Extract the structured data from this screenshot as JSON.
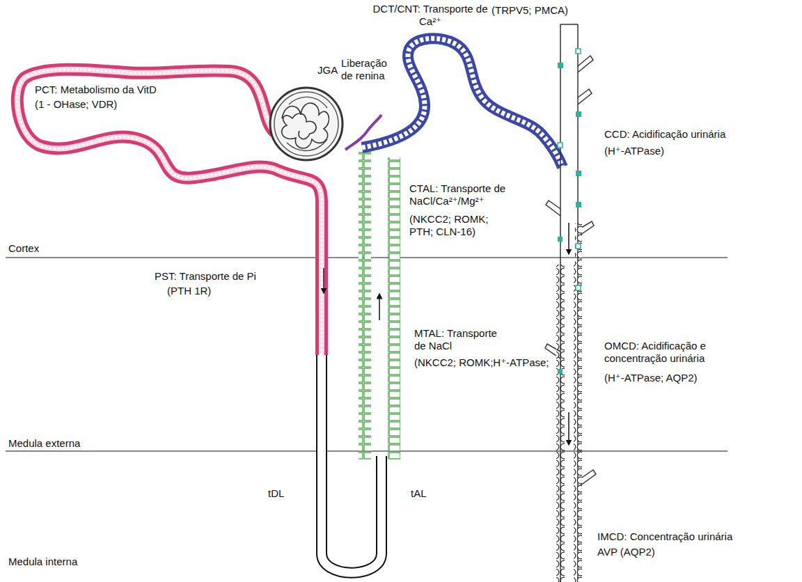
{
  "diagram": {
    "labels": [
      "DCT/CNT: Transporte de Ca²⁺",
      "(TRPV5; PMCA)",
      "JGA",
      "Liberação de renina",
      "PCT: Metabolismo da VitD",
      "(1 - OHase; VDR)",
      "CCD: Acidificação urinária",
      "(H⁺-ATPase)",
      "CTAL: Transporte de NaCl/Ca²⁺/Mg²⁺",
      "(NKCC2; ROMK; PTH; CLN-16)",
      "Cortex",
      "PST: Transporte de Pi",
      "(PTH 1R)",
      "MTAL: Transporte de NaCl",
      "(NKCC2; ROMK;H⁺-ATPase;",
      "OMCD: Acidificação e concentração urinária",
      "(H⁺-ATPase; AQP2)",
      "Medula externa",
      "tDL",
      "tAL",
      "IMCD: Concentração urinária",
      "AVP (AQP2)",
      "Medula interna"
    ]
  }
}
